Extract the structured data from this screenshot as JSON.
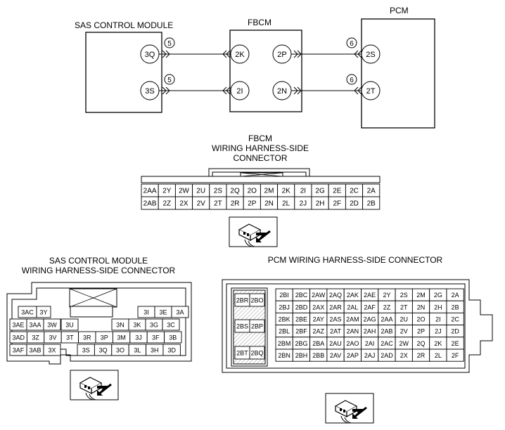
{
  "schematic": {
    "sas_title": "SAS CONTROL MODULE",
    "fbcm_title": "FBCM",
    "pcm_title": "PCM",
    "sas_pins": [
      "3Q",
      "3S"
    ],
    "fbcm_left_pins": [
      "2K",
      "2I"
    ],
    "fbcm_right_pins": [
      "2P",
      "2N"
    ],
    "pcm_pins": [
      "2S",
      "2T"
    ],
    "circle_left": "5",
    "circle_right": "6"
  },
  "fbcm_connector": {
    "title_line1": "FBCM",
    "title_line2": "WIRING HARNESS-SIDE",
    "title_line3": "CONNECTOR",
    "row1": [
      "2AA",
      "2Y",
      "2W",
      "2U",
      "2S",
      "2Q",
      "2O",
      "2M",
      "2K",
      "2I",
      "2G",
      "2E",
      "2C",
      "2A"
    ],
    "row2": [
      "2AB",
      "2Z",
      "2X",
      "2V",
      "2T",
      "2R",
      "2P",
      "2N",
      "2L",
      "2J",
      "2H",
      "2F",
      "2D",
      "2B"
    ]
  },
  "sas_connector": {
    "title_line1": "SAS CONTROL MODULE",
    "title_line2": "WIRING HARNESS-SIDE CONNECTOR",
    "row1_left": [
      "3AC",
      "3Y"
    ],
    "row1_right": [
      "3I",
      "3E",
      "3A"
    ],
    "row2": [
      "3AE",
      "3AA",
      "3W",
      "3U",
      "3N",
      "3K",
      "3G",
      "3C"
    ],
    "row3": [
      "3AD",
      "3Z",
      "3V",
      "3T",
      "3R",
      "3P",
      "3M",
      "3J",
      "3F",
      "3B"
    ],
    "row4_left": [
      "3AF",
      "3AB",
      "3X"
    ],
    "row4_right": [
      "3S",
      "3Q",
      "3O",
      "3L",
      "3H",
      "3D"
    ]
  },
  "pcm_connector": {
    "title": "PCM WIRING HARNESS-SIDE CONNECTOR",
    "left_block": [
      [
        "2BR",
        "2BO"
      ],
      [
        "2BS",
        "2BP"
      ],
      [
        "2BT",
        "2BQ"
      ]
    ],
    "rows": [
      [
        "2BI",
        "2BC",
        "2AW",
        "2AQ",
        "2AK",
        "2AE",
        "2Y",
        "2S",
        "2M",
        "2G",
        "2A"
      ],
      [
        "2BJ",
        "2BD",
        "2AX",
        "2AR",
        "2AL",
        "2AF",
        "2Z",
        "2T",
        "2N",
        "2H",
        "2B"
      ],
      [
        "2BK",
        "2BE",
        "2AY",
        "2AS",
        "2AM",
        "2AG",
        "2AA",
        "2U",
        "2O",
        "2I",
        "2C"
      ],
      [
        "2BL",
        "2BF",
        "2AZ",
        "2AT",
        "2AN",
        "2AH",
        "2AB",
        "2V",
        "2P",
        "2J",
        "2D"
      ],
      [
        "2BM",
        "2BG",
        "2BA",
        "2AU",
        "2AO",
        "2AI",
        "2AC",
        "2W",
        "2Q",
        "2K",
        "2E"
      ],
      [
        "2BN",
        "2BH",
        "2BB",
        "2AV",
        "2AP",
        "2AJ",
        "2AD",
        "2X",
        "2R",
        "2L",
        "2F"
      ]
    ]
  }
}
